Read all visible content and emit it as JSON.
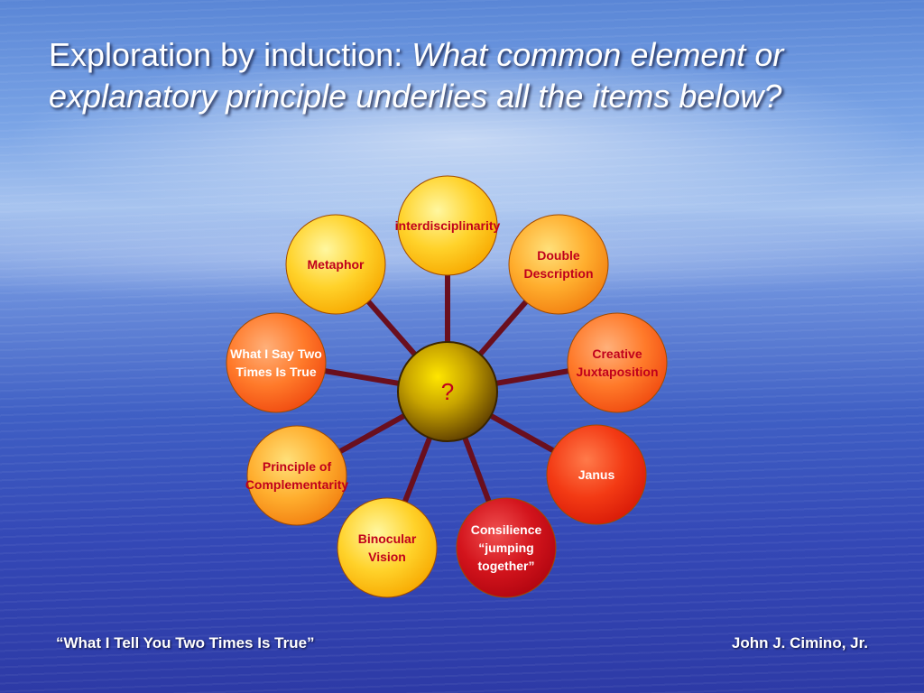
{
  "title": {
    "lead": "Exploration by induction: ",
    "question": "What common element or explanatory principle underlies all the items below?"
  },
  "diagram": {
    "hub": {
      "label": "?"
    },
    "nodes": [
      {
        "id": "interdisciplinarity",
        "lines": [
          "interdisciplinarity"
        ],
        "color": "yellow"
      },
      {
        "id": "double-description",
        "lines": [
          "Double",
          "Description"
        ],
        "color": "yellow-orange"
      },
      {
        "id": "creative-juxtaposition",
        "lines": [
          "Creative",
          "Juxtaposition"
        ],
        "color": "orange-red"
      },
      {
        "id": "janus",
        "lines": [
          "Janus"
        ],
        "color": "red"
      },
      {
        "id": "consilience",
        "lines": [
          "Consilience",
          "“jumping",
          "together”"
        ],
        "color": "deep-red"
      },
      {
        "id": "binocular-vision",
        "lines": [
          "Binocular",
          "Vision"
        ],
        "color": "yellow"
      },
      {
        "id": "principle-of-complementarity",
        "lines": [
          "Principle of",
          "Complementarity"
        ],
        "color": "yellow-orange"
      },
      {
        "id": "what-i-say-two-times",
        "lines": [
          "What I Say Two",
          "Times Is True"
        ],
        "color": "orange-red"
      },
      {
        "id": "metaphor",
        "lines": [
          "Metaphor"
        ],
        "color": "yellow"
      }
    ]
  },
  "footer": {
    "quote": "“What I Tell You Two Times Is True”",
    "author": "John J. Cimino, Jr."
  },
  "colors": {
    "spoke": "#6a0f1e",
    "label_dark_red": "#c0001c",
    "label_white": "#ffffff"
  }
}
